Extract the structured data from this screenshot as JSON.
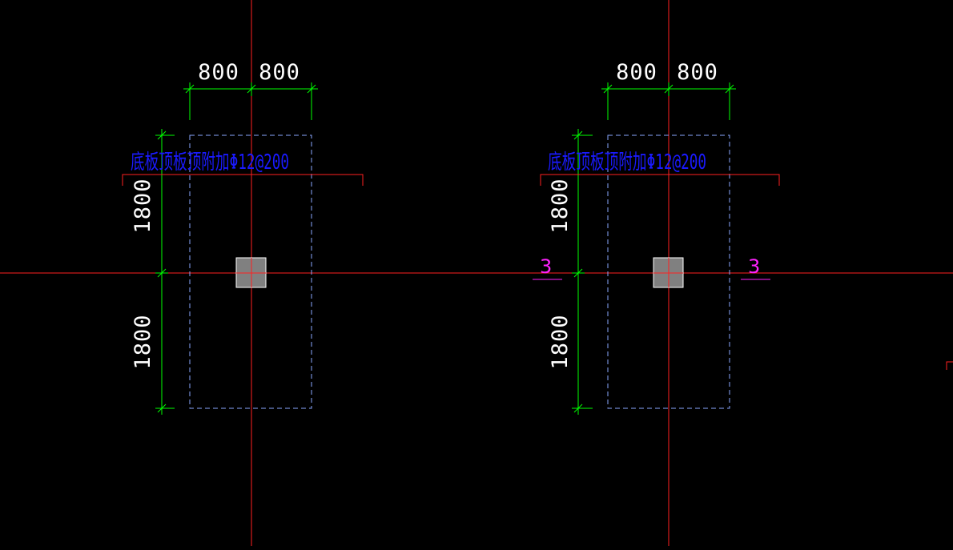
{
  "colors": {
    "background": "#000000",
    "axis": "#ff2020",
    "dimension": "#00ff00",
    "dimension_text": "#ffffff",
    "footing_outline": "#8aa8ff",
    "note_text": "#1a1aff",
    "section_mark": "#ff22ff",
    "column": "#808080"
  },
  "footings": [
    {
      "dim_top_left": "800",
      "dim_top_right": "800",
      "dim_upper": "1800",
      "dim_lower": "1800",
      "note": "底板顶板顶附加Φ12@200"
    },
    {
      "dim_top_left": "800",
      "dim_top_right": "800",
      "dim_upper": "1800",
      "dim_lower": "1800",
      "note": "底板顶板顶附加Φ12@200",
      "section_left": "3",
      "section_right": "3"
    }
  ]
}
